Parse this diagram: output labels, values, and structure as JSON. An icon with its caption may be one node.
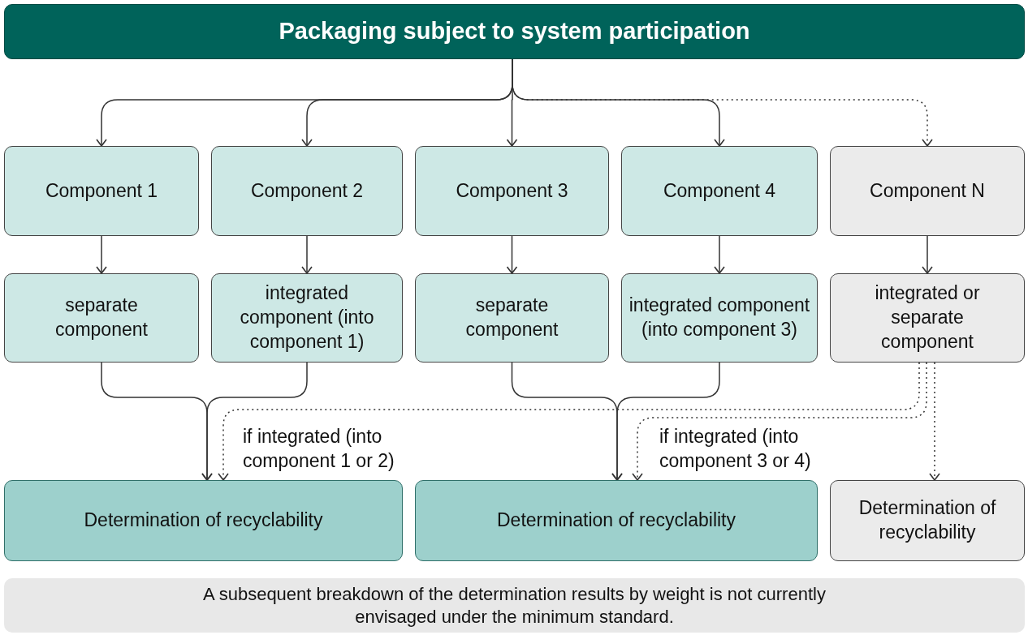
{
  "diagram": {
    "nodes": [
      {
        "text": [
          "Packaging subject to system participation"
        ]
      },
      {
        "text": [
          "Component 1"
        ]
      },
      {
        "text": [
          "Component 2"
        ]
      },
      {
        "text": [
          "Component 3"
        ]
      },
      {
        "text": [
          "Component 4"
        ]
      },
      {
        "text": [
          "Component N"
        ]
      },
      {
        "text": [
          "separate component"
        ]
      },
      {
        "text": [
          "integrated component (into component 1)"
        ]
      },
      {
        "text": [
          "separate component"
        ]
      },
      {
        "text": [
          "integrated component (into component 3)"
        ]
      },
      {
        "text": [
          "integrated or separate component"
        ]
      },
      {
        "text": [
          "Determination of recyclability"
        ]
      },
      {
        "text": [
          "Determination of recyclability"
        ]
      },
      {
        "text": [
          "Determination of recyclability"
        ]
      },
      {
        "text": [
          "A subsequent breakdown of the determination results by weight is not currently envisaged under the minimum standard."
        ]
      }
    ],
    "edges": [
      {
        "from": 0,
        "to": 1,
        "arrow": "to"
      },
      {
        "from": 0,
        "to": 2,
        "arrow": "to"
      },
      {
        "from": 0,
        "to": 3,
        "arrow": "to"
      },
      {
        "from": 0,
        "to": 4,
        "arrow": "to"
      },
      {
        "from": 0,
        "to": 5,
        "arrow": "to",
        "style": "dashed"
      },
      {
        "from": 1,
        "to": 6,
        "arrow": "to"
      },
      {
        "from": 2,
        "to": 7,
        "arrow": "to"
      },
      {
        "from": 3,
        "to": 8,
        "arrow": "to"
      },
      {
        "from": 4,
        "to": 9,
        "arrow": "to"
      },
      {
        "from": 5,
        "to": 10,
        "arrow": "to"
      },
      {
        "from": 6,
        "to": 11,
        "arrow": "to"
      },
      {
        "from": 7,
        "to": 11,
        "arrow": "to"
      },
      {
        "from": 8,
        "to": 12,
        "arrow": "to"
      },
      {
        "from": 9,
        "to": 12,
        "arrow": "to"
      },
      {
        "from": 10,
        "to": 11,
        "arrow": "to",
        "style": "dashed",
        "label": "if integrated (into component 1 or 2)"
      },
      {
        "from": 10,
        "to": 12,
        "arrow": "to",
        "style": "dashed",
        "label": "if integrated (into component 3 or 4)"
      },
      {
        "from": 10,
        "to": 13,
        "arrow": "to",
        "style": "dashed"
      }
    ]
  }
}
